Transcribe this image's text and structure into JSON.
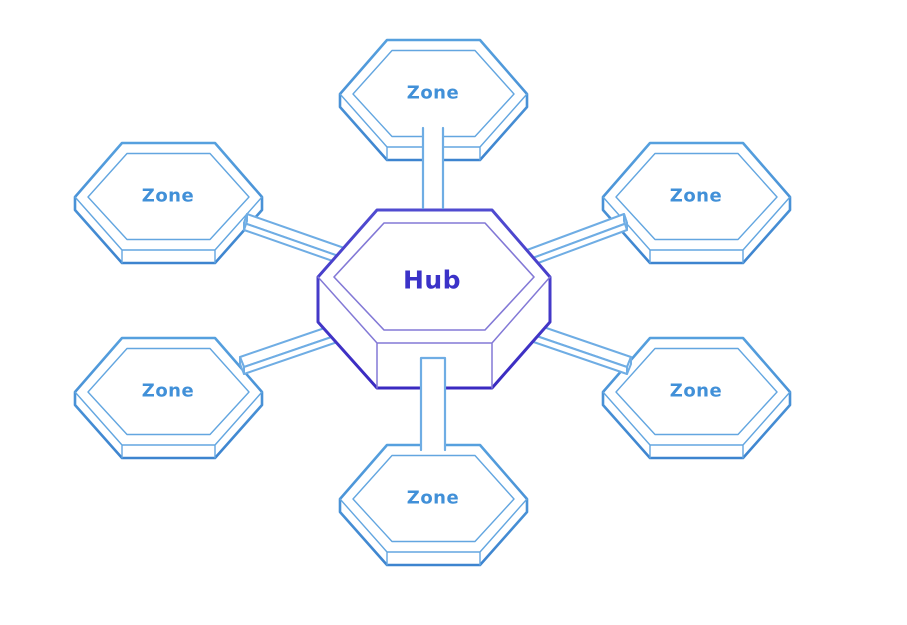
{
  "diagram": {
    "type": "hub-and-spoke-hexagon-topology",
    "background": "#ffffff",
    "hub": {
      "label": "Hub",
      "text_color": "#3b32c8",
      "stroke_top": "#504bd0",
      "stroke_bottom": "#3a2ac1",
      "inner_stroke": "#8379d6"
    },
    "zone_style": {
      "text_color": "#4190d8",
      "stroke_top": "#56a0de",
      "stroke_bottom": "#3d84cf",
      "inner_stroke": "#63a6e0"
    },
    "connector_color": "#6fade4",
    "connector_count": 6,
    "zones": [
      {
        "id": "zone-top",
        "label": "Zone"
      },
      {
        "id": "zone-top-right",
        "label": "Zone"
      },
      {
        "id": "zone-bottom-right",
        "label": "Zone"
      },
      {
        "id": "zone-bottom",
        "label": "Zone"
      },
      {
        "id": "zone-bottom-left",
        "label": "Zone"
      },
      {
        "id": "zone-top-left",
        "label": "Zone"
      }
    ]
  }
}
